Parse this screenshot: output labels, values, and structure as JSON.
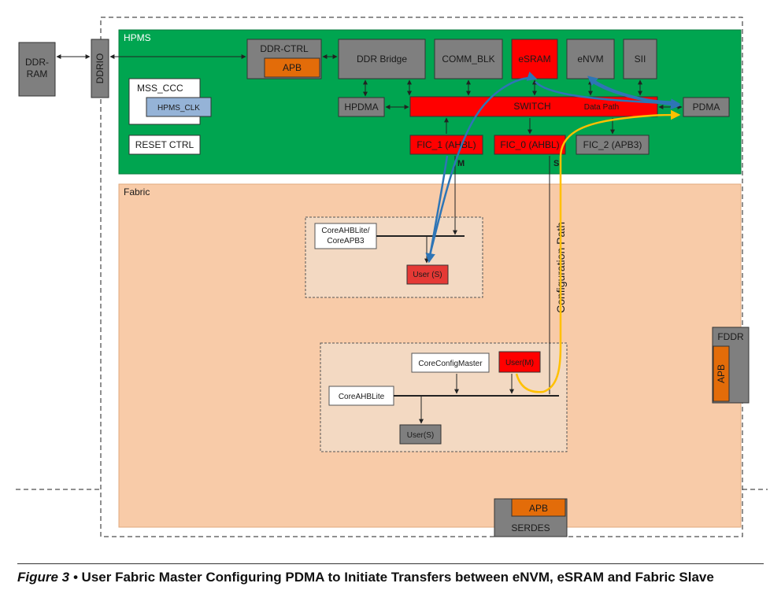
{
  "colors": {
    "hpms_green": "#00A550",
    "fabric_peach": "#F8CBA8",
    "block_gray": "#7F7F7F",
    "block_red": "#FF0000",
    "apb_orange": "#E36C09",
    "hpms_clk_blue": "#95B3D7",
    "data_path_blue": "#2E75B6",
    "config_path_yellow": "#FFC000"
  },
  "regions": {
    "hpms": "HPMS",
    "fabric": "Fabric"
  },
  "blocks": {
    "ddr_ram": [
      "DDR-",
      "RAM"
    ],
    "ddrio": "DDRIO",
    "ddr_ctrl": "DDR-CTRL",
    "apb": "APB",
    "ddr_bridge": "DDR Bridge",
    "comm_blk": "COMM_BLK",
    "esram": "eSRAM",
    "envm": "eNVM",
    "sii": "SII",
    "mss_ccc": "MSS_CCC",
    "hpms_clk": "HPMS_CLK",
    "reset_ctrl": "RESET CTRL",
    "hpdma": "HPDMA",
    "switch": "SWITCH",
    "data_path": "Data Path",
    "pdma": "PDMA",
    "fic_1": "FIC_1 (AHBL)",
    "fic_0": "FIC_0 (AHBL)",
    "fic_2": "FIC_2 (APB3)",
    "m": "M",
    "s": "S",
    "core_ahblite_apb3": [
      "CoreAHBLite/",
      "CoreAPB3"
    ],
    "user_s_red": "User (S)",
    "config_path": "Configuration Path",
    "core_config_master": "CoreConfigMaster",
    "user_m": "User(M)",
    "core_ahblite": "CoreAHBLite",
    "user_s_gray": "User(S)",
    "fddr": "FDDR",
    "fddr_apb": "APB",
    "serdes_apb": "APB",
    "serdes": "SERDES"
  },
  "caption": {
    "figure": "Figure 3 •",
    "text": "User Fabric Master Configuring PDMA to Initiate Transfers between eNVM, eSRAM and Fabric Slave"
  }
}
